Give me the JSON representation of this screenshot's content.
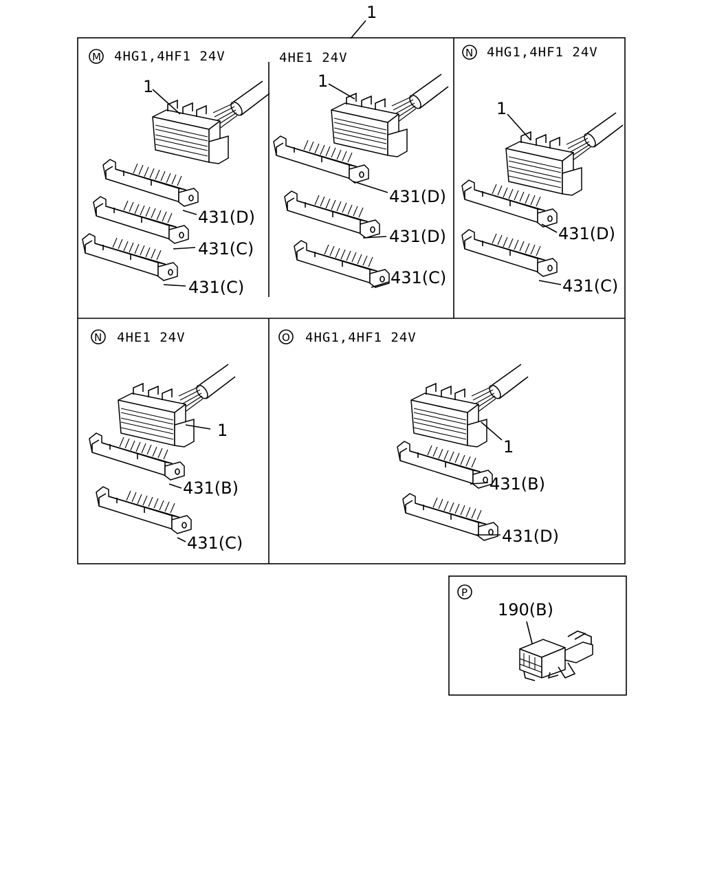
{
  "main_callout": "1",
  "panels": {
    "m": {
      "badge": "M",
      "title": "4HG1,4HF1 24V",
      "connector_label": "1",
      "parts": [
        "431(D)",
        "431(C)",
        "431(C)"
      ]
    },
    "m2": {
      "title": "4HE1 24V",
      "connector_label": "1",
      "parts": [
        "431(D)",
        "431(D)",
        "431(C)"
      ]
    },
    "n": {
      "badge": "N",
      "title": "4HG1,4HF1 24V",
      "connector_label": "1",
      "parts": [
        "431(D)",
        "431(C)"
      ]
    },
    "n2": {
      "badge": "N",
      "title": "4HE1 24V",
      "connector_label": "1",
      "parts": [
        "431(B)",
        "431(C)"
      ]
    },
    "o": {
      "badge": "O",
      "title": "4HG1,4HF1 24V",
      "connector_label": "1",
      "parts": [
        "431(B)",
        "431(D)"
      ]
    },
    "p": {
      "badge": "P",
      "part": "190(B)"
    }
  }
}
